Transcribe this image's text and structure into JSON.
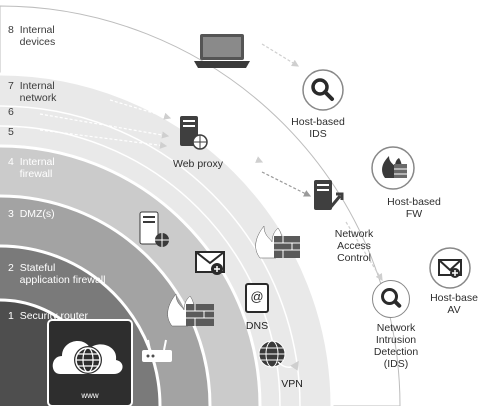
{
  "layers": [
    {
      "num": "8",
      "label": [
        "Internal",
        "devices"
      ]
    },
    {
      "num": "7",
      "label": [
        "Internal",
        "network"
      ]
    },
    {
      "num": "6",
      "label": [
        ""
      ]
    },
    {
      "num": "5",
      "label": [
        ""
      ]
    },
    {
      "num": "4",
      "label": [
        "Internal",
        "firewall"
      ]
    },
    {
      "num": "3",
      "label": [
        "DMZ(s)"
      ]
    },
    {
      "num": "2",
      "label": [
        "Stateful",
        "application firewall"
      ]
    },
    {
      "num": "1",
      "label": [
        "Security router"
      ]
    }
  ],
  "controls": {
    "web_proxy": "Web proxy",
    "host_ids": [
      "Host-based",
      "IDS"
    ],
    "host_fw": [
      "Host-based",
      "FW"
    ],
    "host_av": [
      "Host-base",
      "AV"
    ],
    "nac": [
      "Network",
      "Access",
      "Control"
    ],
    "nids": [
      "Network",
      "Intrusion",
      "Detection",
      "(IDS)"
    ],
    "dns": "DNS",
    "vpn": "VPN",
    "www": "www"
  },
  "icons": [
    "laptop-icon",
    "magnifier-icon",
    "fire-wall-icon",
    "envelope-icon",
    "server-icon",
    "router-icon",
    "at-sign-icon",
    "globe-icon",
    "cloud-icon"
  ]
}
